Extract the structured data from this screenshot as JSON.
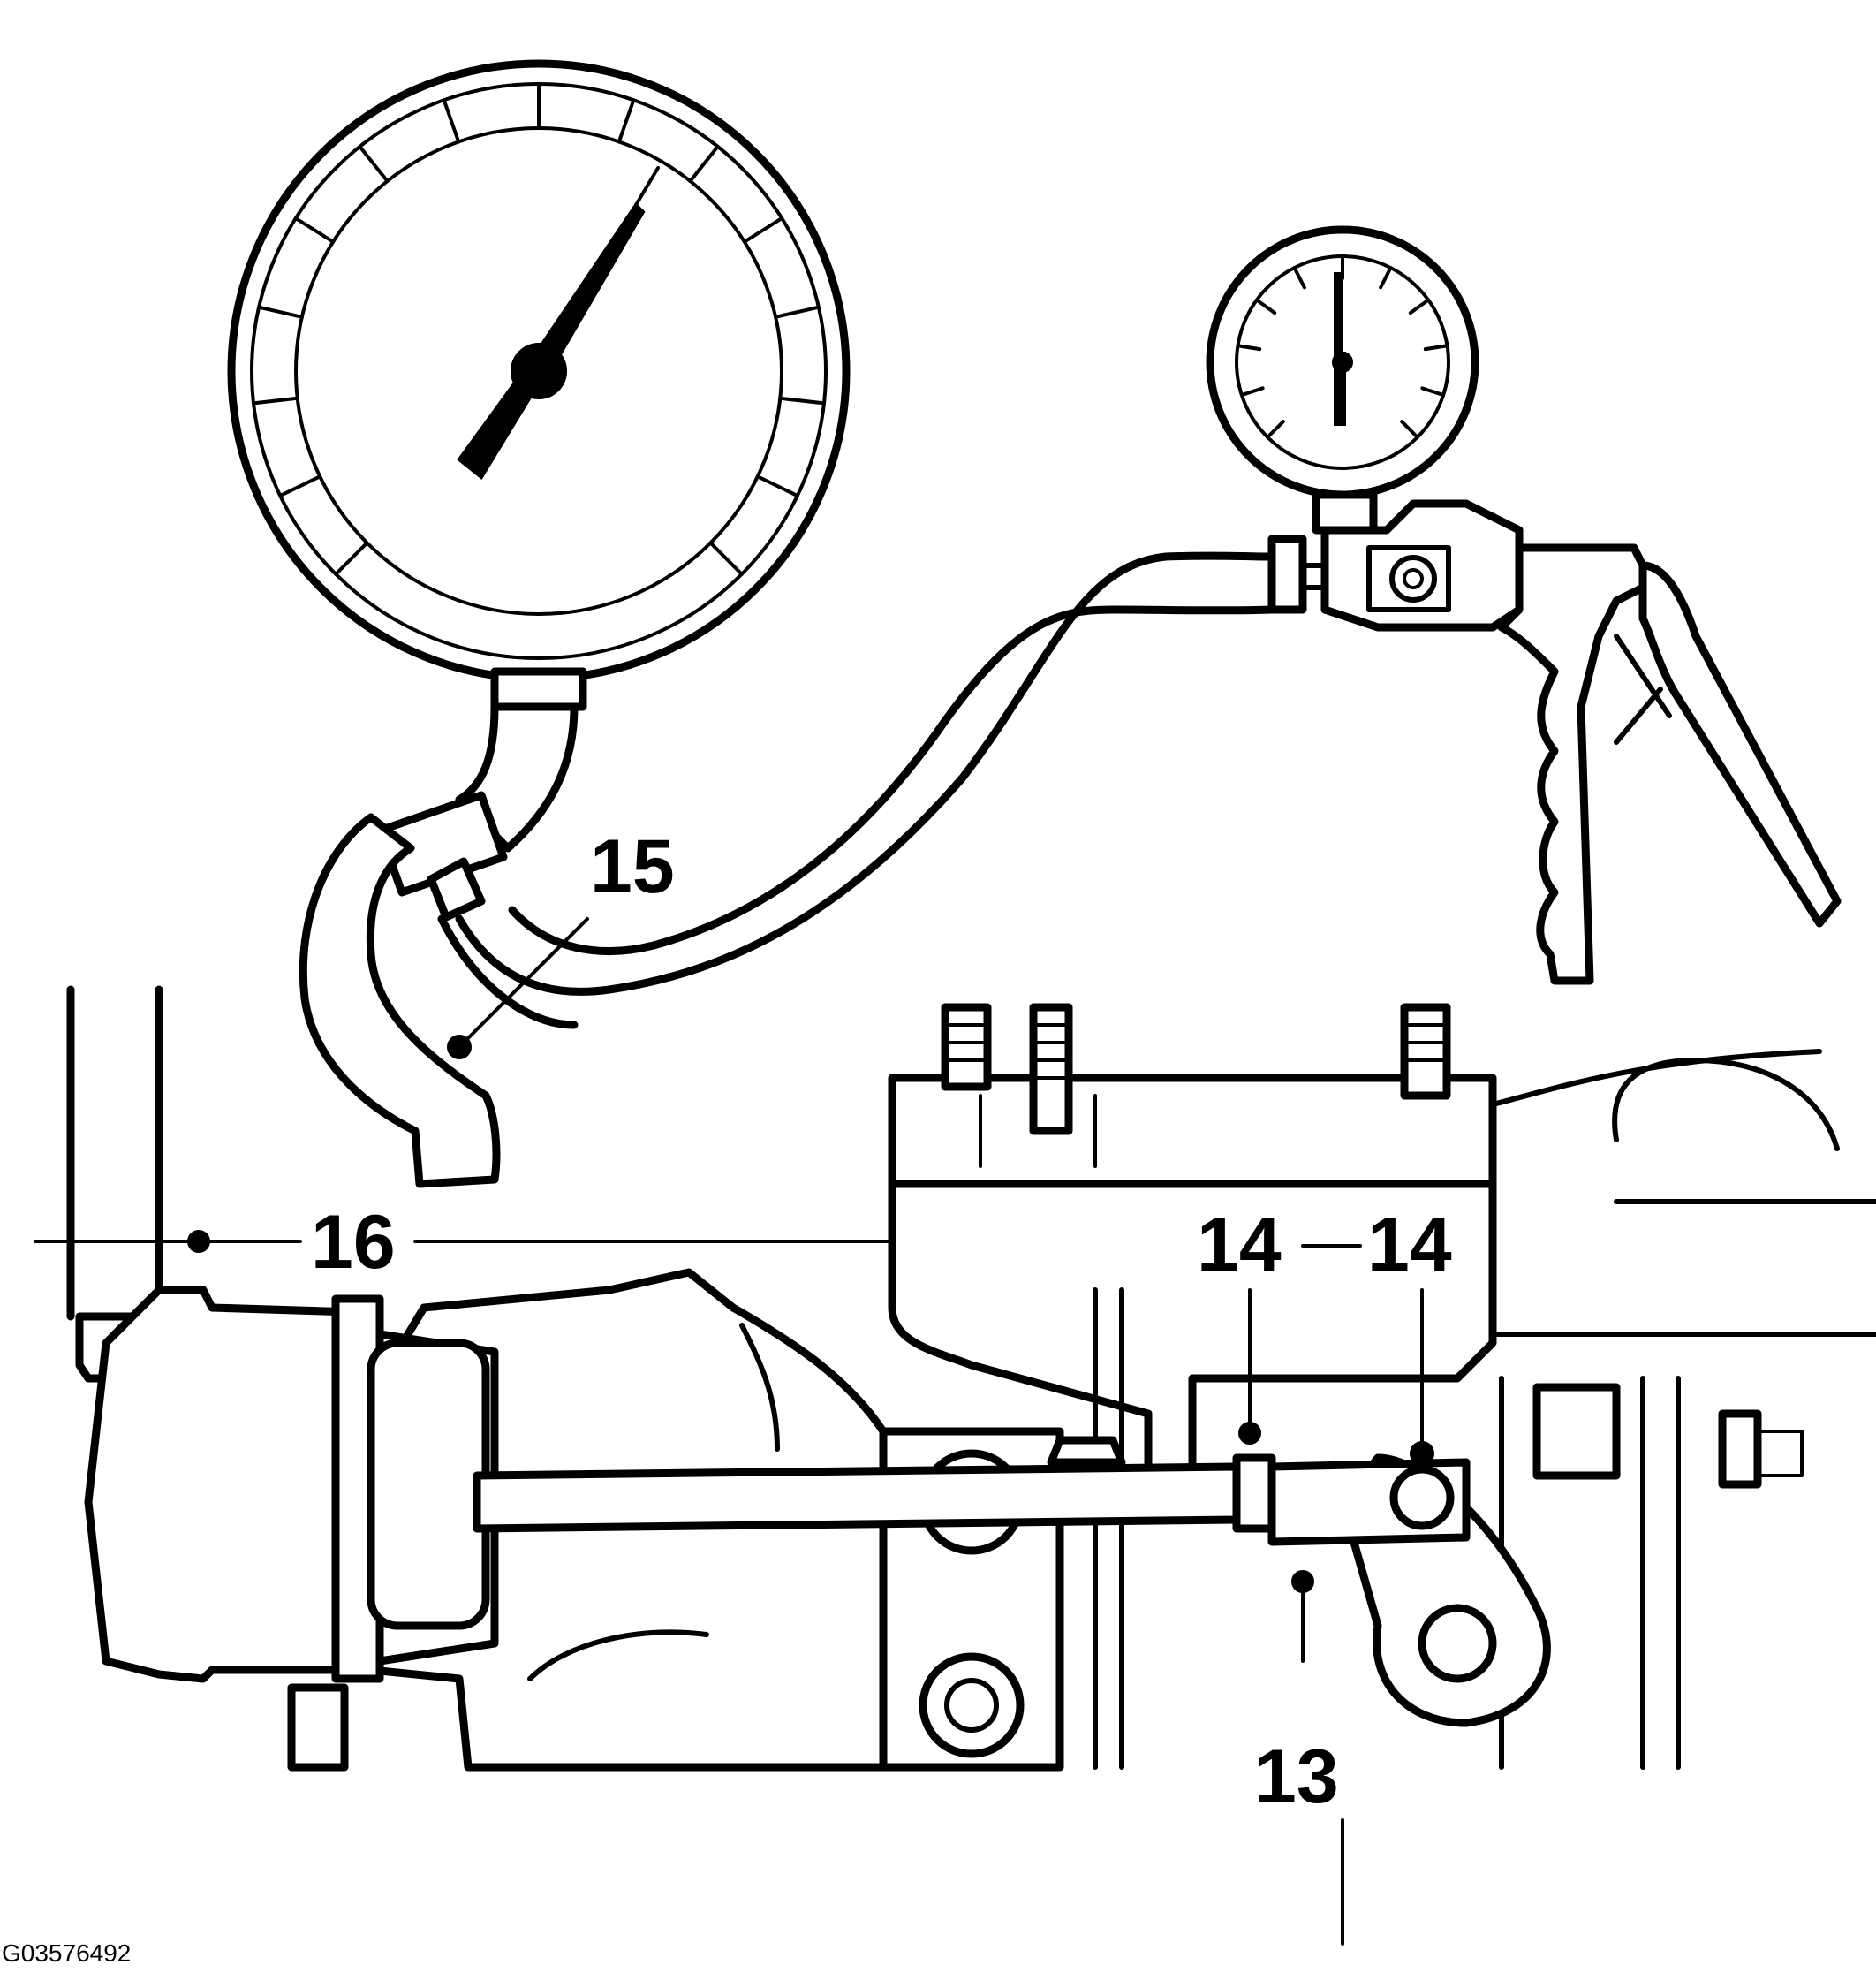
{
  "figure": {
    "id_code": "G03576492",
    "callouts": [
      {
        "key": "c15",
        "label": "15",
        "part": "vacuum hose"
      },
      {
        "key": "c16",
        "label": "16",
        "part": "actuator"
      },
      {
        "key": "c14a",
        "label": "14",
        "part": "rod nut"
      },
      {
        "key": "c14b",
        "label": "14",
        "part": "rod nut"
      },
      {
        "key": "c13",
        "label": "13",
        "part": "wastegate rod"
      }
    ],
    "icons": [
      "pressure-gauge-icon",
      "hand-vacuum-pump-icon",
      "turbocharger-icon",
      "actuator-icon"
    ],
    "colors": {
      "ink": "#000000",
      "background": "#ffffff"
    }
  }
}
